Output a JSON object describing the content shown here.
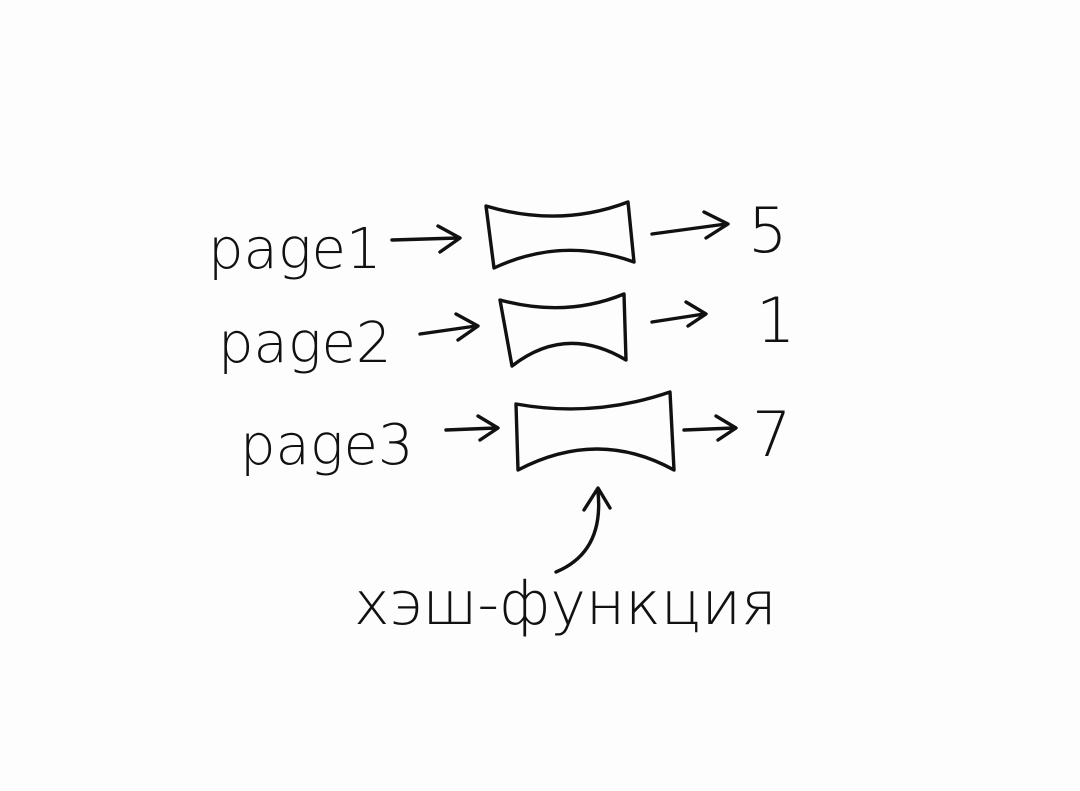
{
  "diagram": {
    "rows": [
      {
        "input": "page1",
        "output": "5"
      },
      {
        "input": "page2",
        "output": "1"
      },
      {
        "input": "page3",
        "output": "7"
      }
    ],
    "caption": "хэш-функция",
    "colors": {
      "ink": "#111111",
      "background": "#fdfdfd"
    }
  }
}
